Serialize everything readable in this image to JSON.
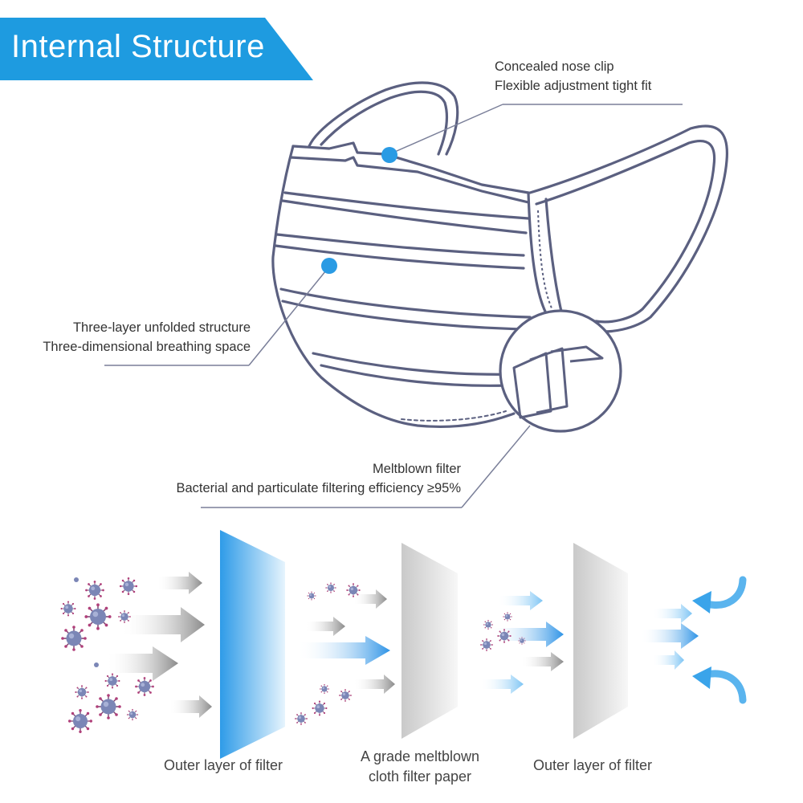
{
  "header": {
    "title": "Internal Structure"
  },
  "callouts": {
    "nose_clip": {
      "line1": "Concealed nose clip",
      "line2": "Flexible adjustment tight fit"
    },
    "layers": {
      "line1": "Three-layer unfolded structure",
      "line2": "Three-dimensional breathing space"
    },
    "meltblown": {
      "line1": "Meltblown filter",
      "line2": "Bacterial and particulate filtering efficiency ≥95%"
    }
  },
  "filter_layers": [
    {
      "caption_line1": "Outer layer of filter",
      "caption_line2": ""
    },
    {
      "caption_line1": "A grade meltblown",
      "caption_line2": "cloth filter paper"
    },
    {
      "caption_line1": "Outer layer of filter",
      "caption_line2": ""
    }
  ],
  "colors": {
    "accent": "#1e9be0",
    "mask_outline": "#5b6080",
    "virus": "#7a86b8",
    "arrow_blue": "#4aa8ec",
    "arrow_gray": "#9a9a9a"
  }
}
